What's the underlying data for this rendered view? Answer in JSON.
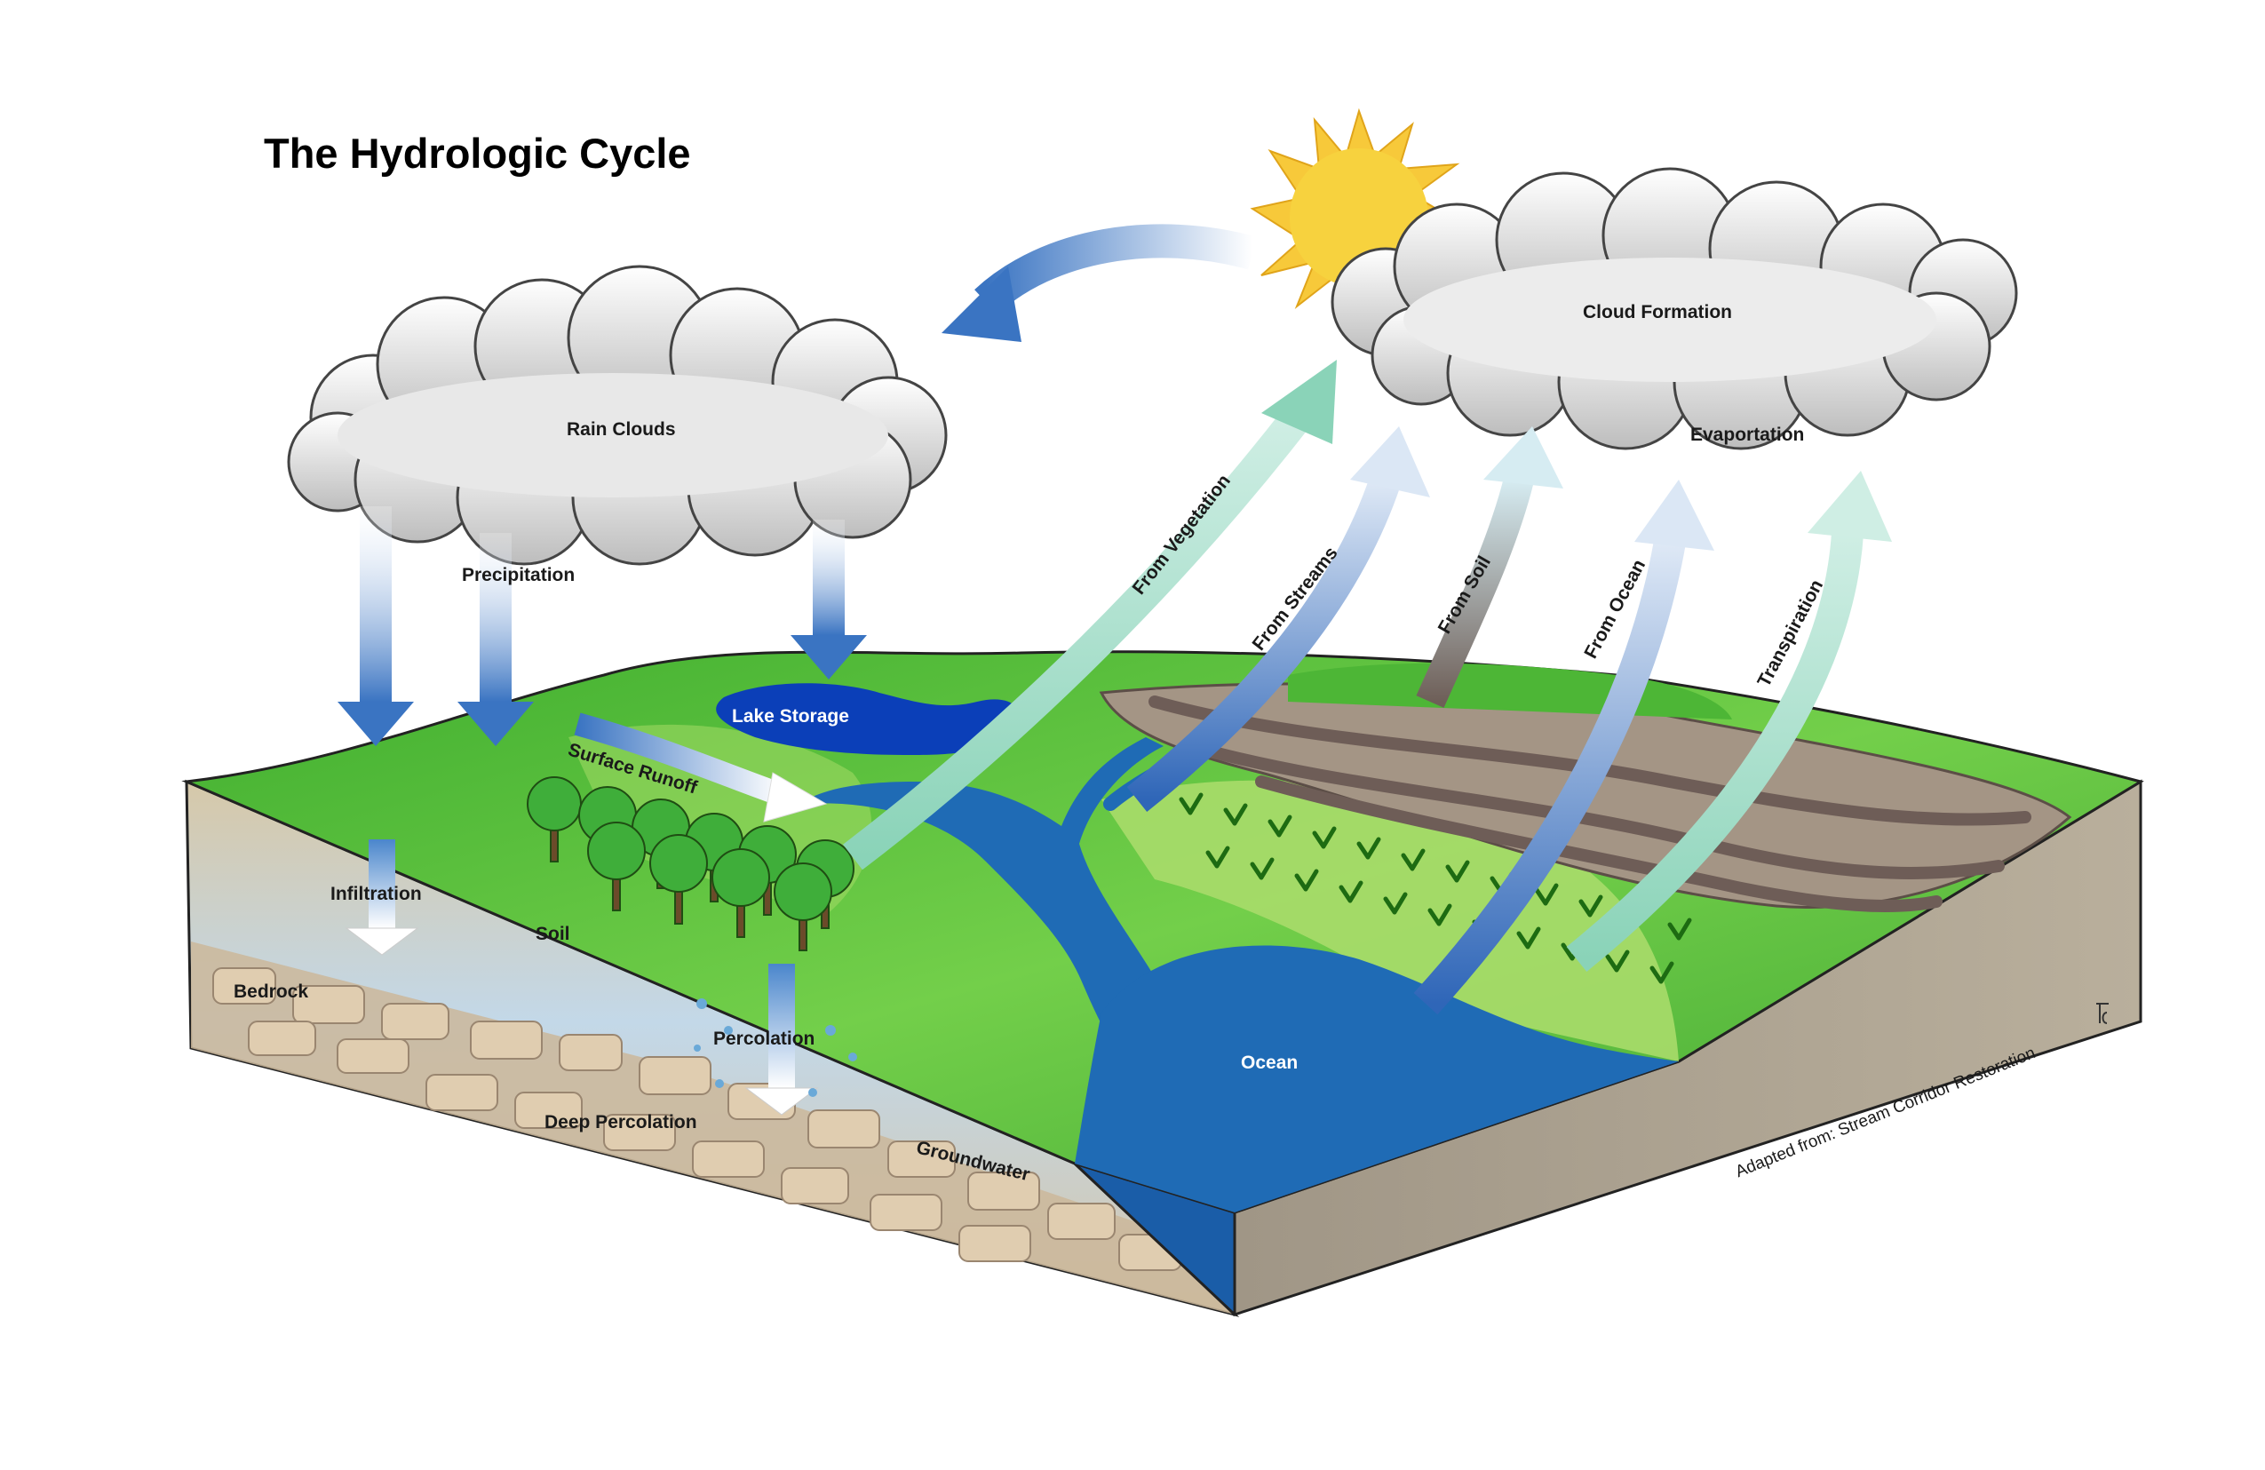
{
  "title": "The Hydrologic Cycle",
  "labels": {
    "rain_clouds": "Rain Clouds",
    "cloud_formation": "Cloud Formation",
    "evaporation": "Evaportation",
    "precipitation": "Precipitation",
    "lake_storage": "Lake Storage",
    "surface_runoff": "Surface Runoff",
    "infiltration": "Infiltration",
    "soil": "Soil",
    "bedrock": "Bedrock",
    "percolation": "Percolation",
    "deep_percolation": "Deep Percolation",
    "groundwater": "Groundwater",
    "ocean": "Ocean",
    "from_vegetation": "From Vegetation",
    "from_streams": "From Streams",
    "from_soil": "From Soil",
    "from_ocean": "From Ocean",
    "transpiration": "Transpiration"
  },
  "credit": "Adapted from: Stream Corridor Restoration",
  "colors": {
    "grass": "#5cc23b",
    "grass_light": "#a8dc6a",
    "water": "#1f6bb5",
    "lake": "#0b3fb8",
    "soil": "#d9cdb4",
    "bedrock": "#c9b89c",
    "sun": "#f7c93a",
    "rock_band": "#8a7b70"
  }
}
